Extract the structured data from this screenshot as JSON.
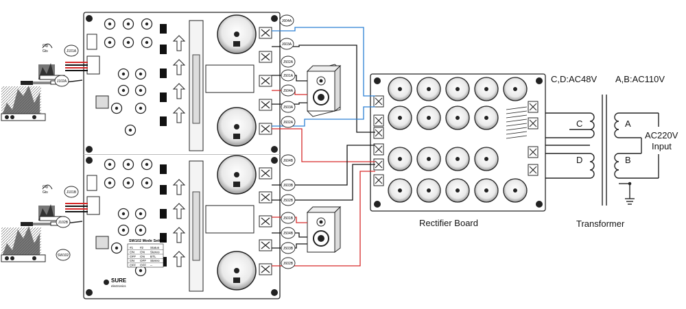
{
  "labels": {
    "rectifier_board": "Rectifier Board",
    "transformer": "Transformer",
    "cd_voltage": "C,D:AC48V",
    "ab_voltage": "A,B:AC110V",
    "ac_input_line1": "AC220V",
    "ac_input_line2": "Input",
    "coil_a": "A",
    "coil_b": "B",
    "coil_c": "C",
    "coil_d": "D"
  },
  "connectors": {
    "upper_channel": [
      "J604A",
      "J603A",
      "J502A",
      "J501A",
      "J504A",
      "J503A",
      "J602A"
    ],
    "lower_channel": [
      "J604B",
      "J603B",
      "J502B",
      "J501B",
      "J504B",
      "J503B",
      "J602B"
    ],
    "inputs": [
      "J101A",
      "J102A",
      "J101B",
      "J102B"
    ],
    "other": [
      "SW102"
    ]
  },
  "amp_board": {
    "brand": "SURE",
    "brand_sub": "electronics",
    "mode_title": "SW102 Mode Setting",
    "mode_table": [
      [
        "#1",
        "#2",
        "Status"
      ],
      [
        "ON",
        "ON",
        "Stereo"
      ],
      [
        "OFF",
        "ON",
        "BTL"
      ],
      [
        "ON",
        "OFF",
        "Stereo"
      ],
      [
        "OFF",
        "OFF",
        "--"
      ]
    ]
  },
  "colors": {
    "wire_black": "#111111",
    "wire_red": "#d62828",
    "wire_blue": "#2a7fd4",
    "board_outline": "#222222"
  }
}
